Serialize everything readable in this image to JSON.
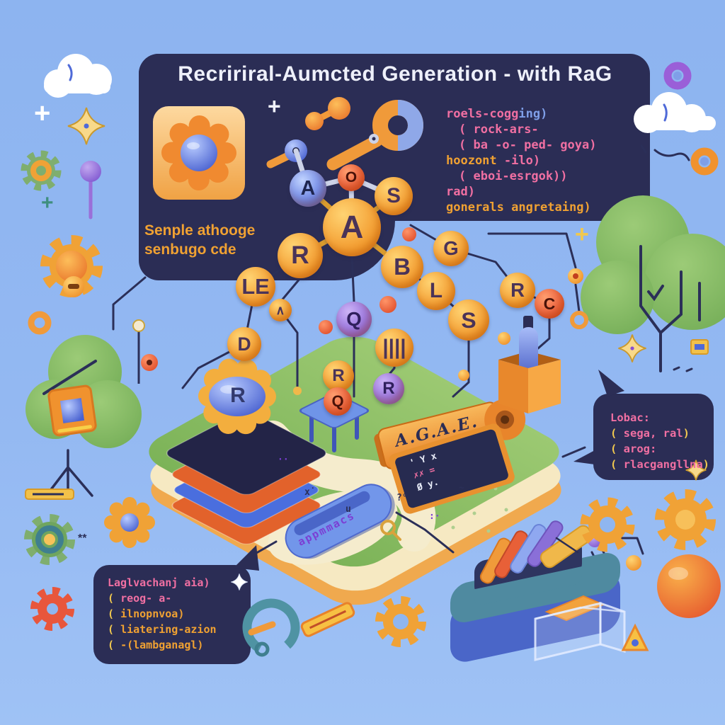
{
  "banner": {
    "title": "Recririral-Aumcted Generation - with RaG",
    "plus_icon": "+",
    "caption_line1": "Senple athooge",
    "caption_line2": "senbugo cde",
    "code_lines": [
      {
        "a": "roels-cogg",
        "ac": "pink",
        "b": "ing)",
        "bc": "blue"
      },
      {
        "a": "( rock-ars-",
        "ac": "pink",
        "b": "",
        "bc": "pink"
      },
      {
        "a": "( ba -o- ped- goya)",
        "ac": "pink",
        "b": "",
        "bc": "pink"
      },
      {
        "a": "hoozont",
        "ac": "orange",
        "b": " -ilo)",
        "bc": "pink"
      },
      {
        "a": "( eboi-esrgok))",
        "ac": "pink",
        "b": "",
        "bc": "pink"
      },
      {
        "a": "rad)",
        "ac": "pink",
        "b": "",
        "bc": "pink"
      },
      {
        "a": "gonerals angretaing)",
        "ac": "orange",
        "b": "",
        "bc": "orange"
      }
    ]
  },
  "speech_bubble": {
    "lines": [
      {
        "a": "Lobac:",
        "ac": "pink",
        "b": "",
        "bc": "pink",
        "c": "",
        "cc": "pink"
      },
      {
        "a": "( ",
        "ac": "yellow",
        "b": "sega, ral",
        "bc": "pink",
        "c": ")",
        "cc": "yellow"
      },
      {
        "a": "( ",
        "ac": "yellow",
        "b": "arog:",
        "bc": "pink",
        "c": "",
        "cc": "pink"
      },
      {
        "a": "( ",
        "ac": "yellow",
        "b": "rlacgangllna",
        "bc": "pink",
        "c": ")",
        "cc": "yellow"
      }
    ]
  },
  "code_panel": {
    "lines": [
      {
        "a": "",
        "ac": "yellow",
        "b": "Laglvachanj aia)",
        "bc": "pink"
      },
      {
        "a": "( ",
        "ac": "yellow",
        "b": "reog- a-",
        "bc": "pink"
      },
      {
        "a": "( ",
        "ac": "yellow",
        "b": "ilnopnvoa)",
        "bc": "orange"
      },
      {
        "a": "( ",
        "ac": "yellow",
        "b": "liatering-azion",
        "bc": "orange"
      },
      {
        "a": "( ",
        "ac": "yellow",
        "b": "-(lambganagl)",
        "bc": "orange"
      }
    ]
  },
  "network": {
    "nodes": [
      {
        "label": "A",
        "type": "blue"
      },
      {
        "label": "O",
        "type": "red"
      },
      {
        "label": "S",
        "type": "orange"
      },
      {
        "label": "A",
        "type": "orange"
      },
      {
        "label": "R",
        "type": "orange"
      },
      {
        "label": "B",
        "type": "orange"
      },
      {
        "label": "G",
        "type": "orange"
      },
      {
        "label": "LE",
        "type": "orange"
      },
      {
        "label": "L",
        "type": "orange"
      },
      {
        "label": "S",
        "type": "orange"
      },
      {
        "label": "R",
        "type": "orange"
      },
      {
        "label": "C",
        "type": "red"
      },
      {
        "label": "D",
        "type": "orange"
      },
      {
        "label": "∧",
        "type": "orange"
      },
      {
        "label": "Q",
        "type": "purple"
      },
      {
        "label": "||||",
        "type": "orange"
      },
      {
        "label": "R",
        "type": "orange"
      },
      {
        "label": "R",
        "type": "purple"
      },
      {
        "label": "Q",
        "type": "red"
      }
    ]
  },
  "platform": {
    "badge_label": "R",
    "scroll_label": "A.G.A.E.",
    "pill_label": "appmmacs",
    "glyphs": [
      "··",
      "x˙",
      "u",
      "?°",
      ":·",
      "~"
    ],
    "chalk_lines": [
      {
        "text": "' Y x",
        "color": "white"
      },
      {
        "text": "✗✗ =",
        "color": "pinkc"
      },
      {
        "text": "Ø y.",
        "color": "white"
      }
    ]
  },
  "decorations": {
    "plus_white_1": "+",
    "plus_white_2": "+",
    "plus_teal": "+",
    "plus_gold": "+",
    "asterisks": "**"
  },
  "colors": {
    "background": "#8db4f0",
    "panel_navy": "#2b2d55",
    "accent_orange": "#f0a132",
    "accent_pink": "#f06fa2",
    "accent_yellow": "#f0c84f",
    "platform_green": "#8cc268",
    "tree_green": "#85bf6b"
  }
}
